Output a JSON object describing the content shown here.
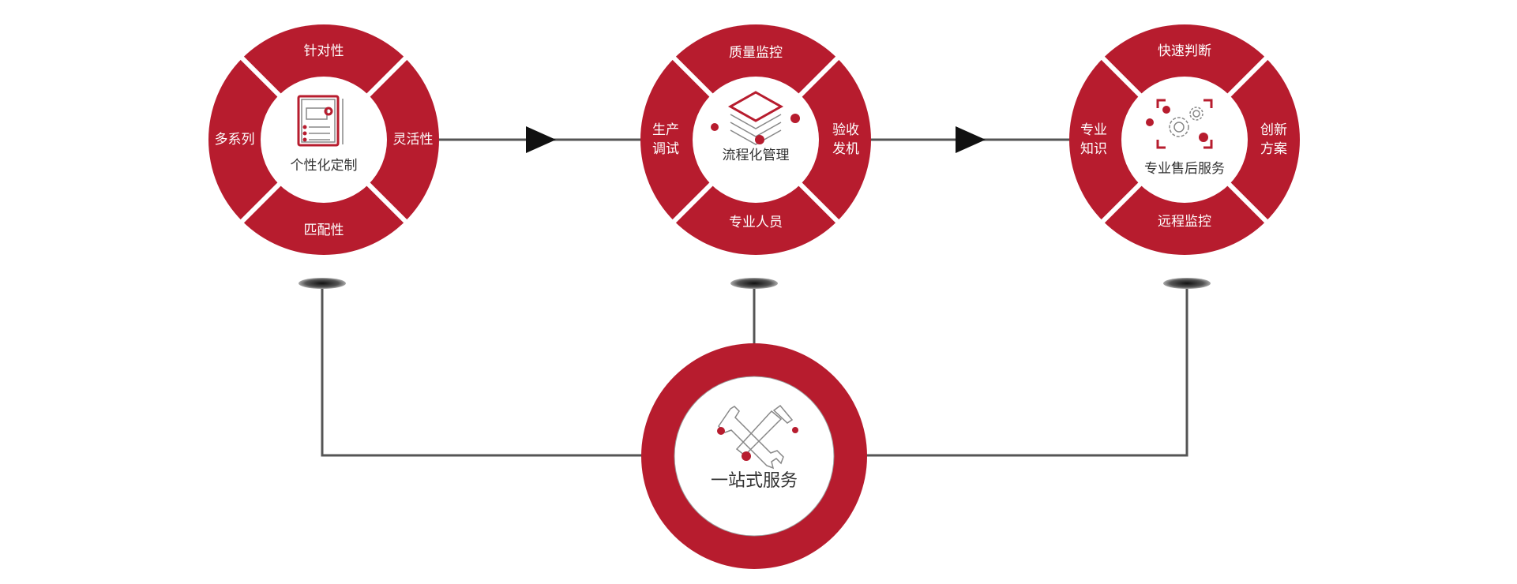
{
  "colors": {
    "accent": "#b71c2e",
    "line": "#555555",
    "text": "#333333"
  },
  "circles": [
    {
      "title": "个性化定制",
      "icon": "document-icon",
      "top": "针对性",
      "left": [
        "多系列"
      ],
      "right": [
        "灵活性"
      ],
      "bottom": "匹配性"
    },
    {
      "title": "流程化管理",
      "icon": "layers-icon",
      "top": "质量监控",
      "left": [
        "生产",
        "调试"
      ],
      "right": [
        "验收",
        "发机"
      ],
      "bottom": "专业人员"
    },
    {
      "title": "专业售后服务",
      "icon": "gears-icon",
      "top": "快速判断",
      "left": [
        "专业",
        "知识"
      ],
      "right": [
        "创新",
        "方案"
      ],
      "bottom": "远程监控"
    }
  ],
  "hub": {
    "title": "一站式服务",
    "icon": "tools-icon"
  }
}
